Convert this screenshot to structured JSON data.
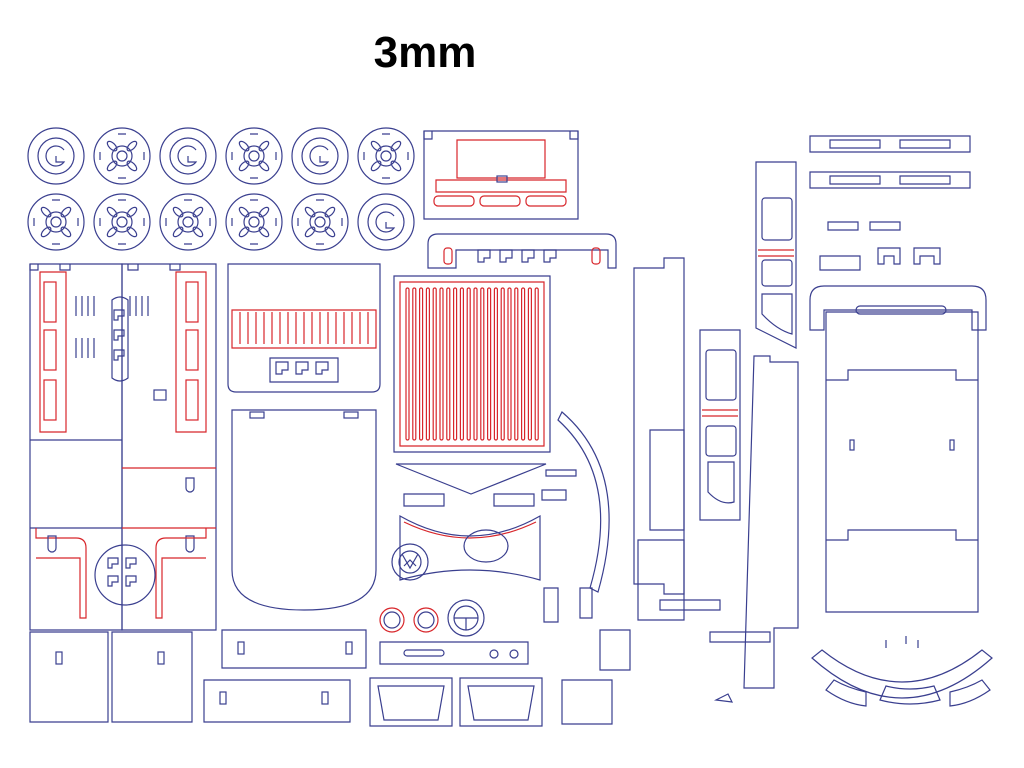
{
  "title": "3mm",
  "colors": {
    "cut": "#3a3f8f",
    "engrave": "#d8262b",
    "background": "#ffffff"
  },
  "wheels": {
    "row1": [
      "hub-wheel",
      "spoke-wheel",
      "hub-wheel",
      "spoke-wheel",
      "hub-wheel",
      "spoke-wheel"
    ],
    "row2": [
      "spoke-wheel",
      "spoke-wheel",
      "spoke-wheel",
      "spoke-wheel",
      "spoke-wheel",
      "hub-wheel"
    ]
  }
}
